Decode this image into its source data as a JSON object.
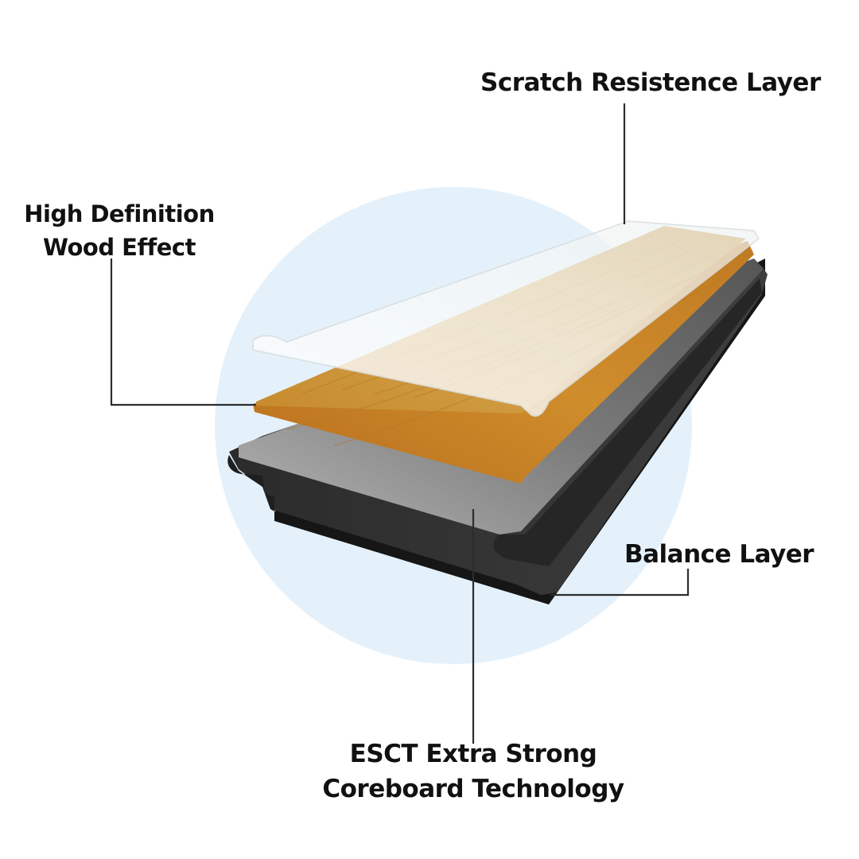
{
  "labels": {
    "scratch_layer": "Scratch Resistence Layer",
    "wood_effect_line1": "High Definition",
    "wood_effect_line2": "Wood Effect",
    "balance_layer": "Balance Layer",
    "core_line1": "ESCT Extra Strong",
    "core_line2": "Coreboard Technology"
  },
  "colors": {
    "background": "#ffffff",
    "backdrop_circle": "#e4f1fb",
    "leader_line": "#2d2d2d",
    "label_text": "#111111",
    "wood_light": "#d3a54f",
    "wood_dark": "#b96f1c",
    "core_grey": "#3a3a3a",
    "core_top": "#8d8d8d",
    "balance": "#1a1a1a",
    "scratch_film": "#f2f4f4"
  }
}
